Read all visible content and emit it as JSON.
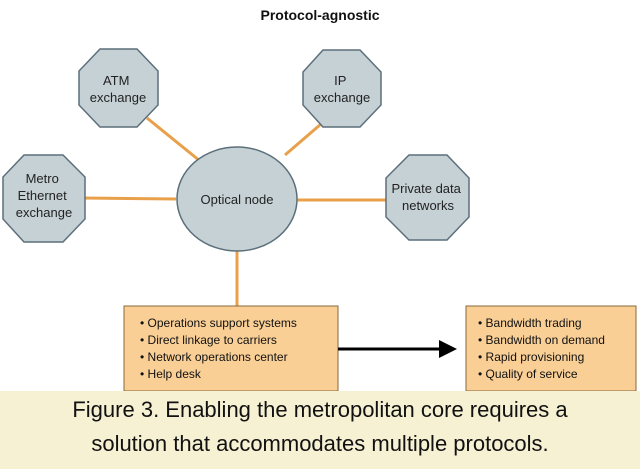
{
  "heading": "Protocol-agnostic",
  "center_node": "Optical node",
  "exchanges": {
    "atm": [
      "ATM",
      "exchange"
    ],
    "ip": [
      "IP",
      "exchange"
    ],
    "metro": [
      "Metro",
      "Ethernet",
      "exchange"
    ],
    "private": [
      "Private data",
      "networks"
    ]
  },
  "operations_box": {
    "items": [
      "• Operations support systems",
      "• Direct linkage to carriers",
      "• Network operations center",
      "• Help desk"
    ]
  },
  "services_box": {
    "items": [
      "• Bandwidth trading",
      "• Bandwidth on demand",
      "• Rapid provisioning",
      "• Quality of service"
    ]
  },
  "caption": {
    "line1": "Figure 3. Enabling the metropolitan core requires a",
    "line2": "solution that accommodates multiple protocols."
  },
  "colors": {
    "shape_fill": "#c6d1d6",
    "shape_stroke": "#5b6f7a",
    "connector": "#e8a04a",
    "box_fill": "#f9cf95",
    "box_stroke": "#8a6a3a",
    "arrow": "#000000",
    "caption_bg": "#f6f1d3"
  }
}
